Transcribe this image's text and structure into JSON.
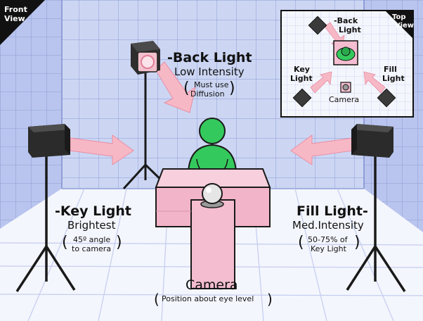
{
  "views": {
    "front": [
      "Front",
      "View"
    ],
    "top": [
      "Top",
      "View"
    ]
  },
  "back_light": {
    "title": "-Back Light",
    "subtitle": "Low Intensity",
    "note": [
      "Must use",
      "Diffusion"
    ]
  },
  "key_light": {
    "title": "-Key Light",
    "subtitle": "Brightest",
    "note": [
      "45º angle",
      "to camera"
    ]
  },
  "fill_light": {
    "title": "Fill Light-",
    "subtitle": "Med.Intensity",
    "note": [
      "50-75% of",
      "Key Light"
    ]
  },
  "camera": {
    "title": "Camera",
    "note": "Position about eye level"
  },
  "top_view": {
    "back_light": [
      "-Back",
      "Light"
    ],
    "key_light": [
      "Key",
      "Light"
    ],
    "fill_light": [
      "Fill",
      "Light"
    ],
    "camera": "Camera"
  },
  "colors": {
    "room_blue": "#c9d3f2",
    "grid_blue": "#8f9fd6",
    "subject_green": "#31c85a",
    "desk_pink": "#f4bdd0",
    "light_arrow": "#f7b8c6",
    "light_body": "#2b2b2b"
  }
}
